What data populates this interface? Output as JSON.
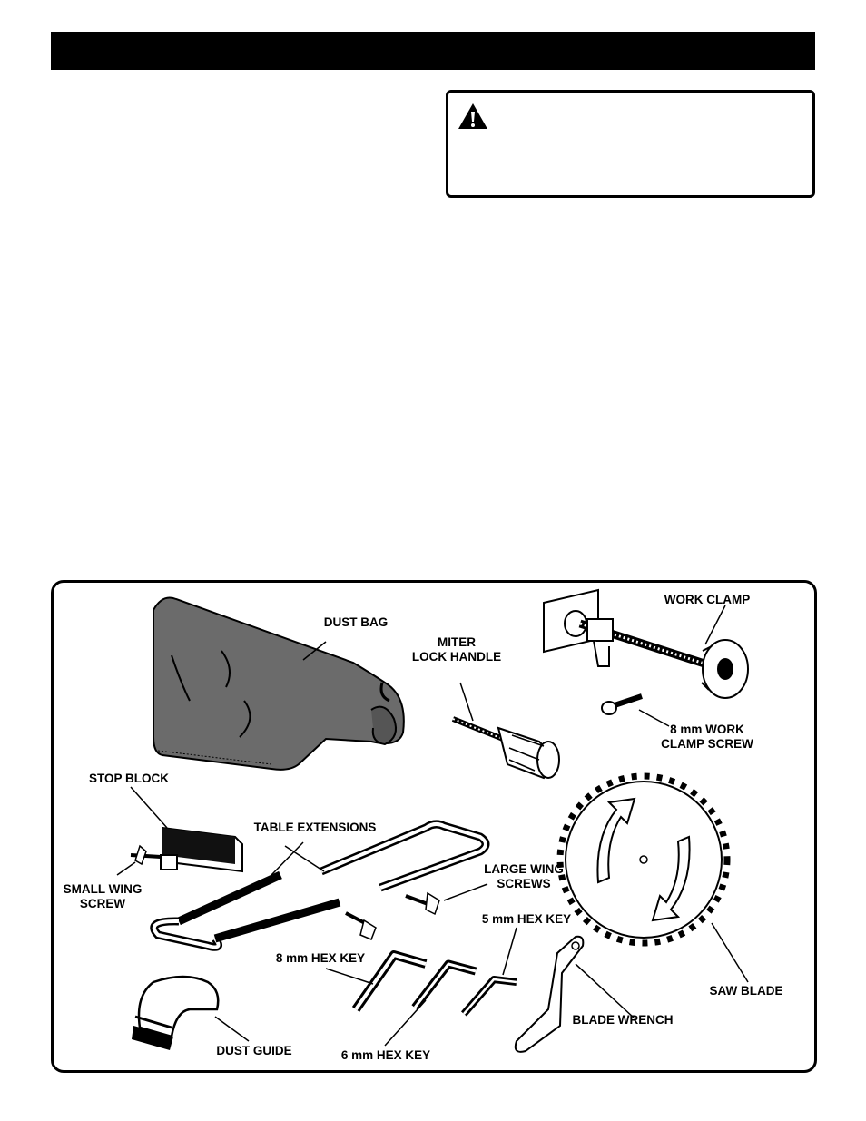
{
  "labels": {
    "dust_bag": "DUST BAG",
    "miter_lock_handle": "MITER\nLOCK HANDLE",
    "work_clamp": "WORK CLAMP",
    "work_clamp_screw": "8 mm WORK\nCLAMP SCREW",
    "stop_block": "STOP BLOCK",
    "table_extensions": "TABLE EXTENSIONS",
    "small_wing_screw": "SMALL WING\nSCREW",
    "large_wing_screws": "LARGE WING\nSCREWS",
    "hex_key_5mm": "5 mm HEX KEY",
    "hex_key_8mm": "8 mm HEX KEY",
    "hex_key_6mm": "6 mm HEX KEY",
    "saw_blade": "SAW BLADE",
    "blade_wrench": "BLADE WRENCH",
    "dust_guide": "DUST GUIDE"
  },
  "icons": {
    "warning": "warning-triangle-icon"
  },
  "colors": {
    "ink": "#000000",
    "bag_fill": "#6b6b6b",
    "page": "#ffffff"
  }
}
